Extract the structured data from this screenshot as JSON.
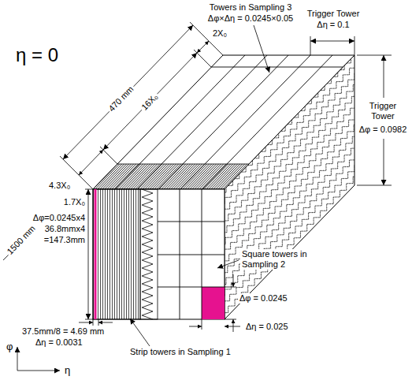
{
  "diagram": {
    "labels": [
      "Towers in Sampling 3",
      "Δφ×Δη = 0.0245×0.05",
      "Trigger Tower",
      "Δη = 0.1",
      "2X₀",
      "470 mm",
      "16X₀",
      "η = 0",
      "4.3X₀",
      "1500 mm",
      "1.7X₀",
      "Δφ=0.0245x4",
      "36.8mmx4",
      "=147.3mm",
      "Trigger Tower",
      "Δφ = 0.0982",
      "Square towers in Sampling 2",
      "Δφ = 0.0245",
      "Δη = 0.025",
      "37.5mm/8 = 4.69 mm",
      "Δη = 0.0031",
      "Strip towers in Sampling 1",
      "φ",
      "η"
    ]
  }
}
